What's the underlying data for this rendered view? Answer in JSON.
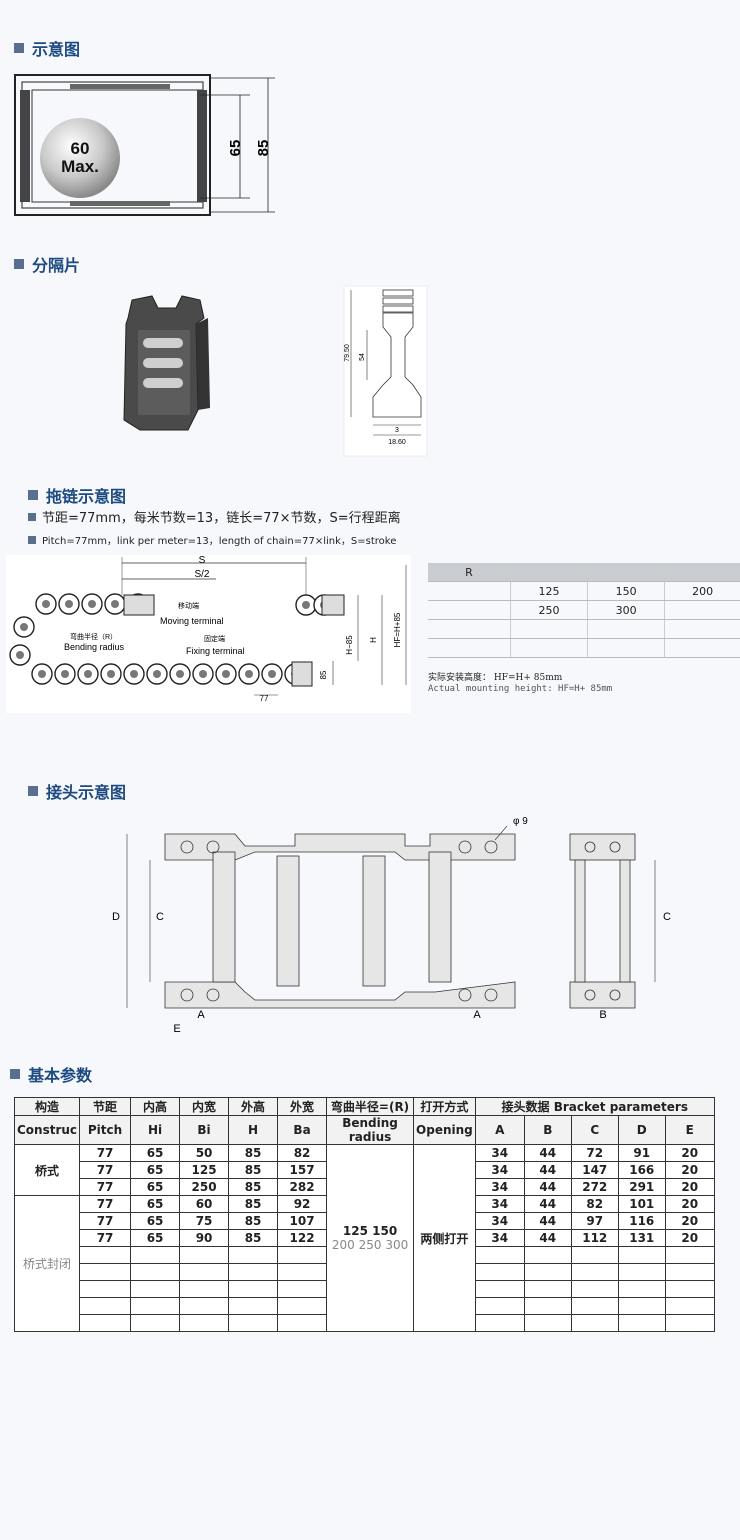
{
  "sections": {
    "s1": "示意图",
    "s2": "分隔片",
    "s3": "拖链示意图",
    "s4": "接头示意图",
    "s5": "基本参数"
  },
  "cross_section": {
    "ball_line1": "60",
    "ball_line2": "Max.",
    "dim_inner": "65",
    "dim_outer": "85"
  },
  "separator": {
    "dim_total": "79.50",
    "dim_mid": "54",
    "dim_bottom_small": "3",
    "dim_bottom_width": "18.60"
  },
  "chain_notes": {
    "cn": "节距=77mm，每米节数=13，链长=77×节数，S=行程距离",
    "en": "Pitch=77mm，link per meter=13，length of chain=77×link，S=stroke"
  },
  "chain_diagram": {
    "s": "S",
    "s_half": "S/2",
    "moving_cn": "移动端",
    "moving_en": "Moving terminal",
    "bending_cn": "弯曲半径（R）",
    "bending_en": "Bending radius",
    "fixing_cn": "固定端",
    "fixing_en": "Fixing terminal",
    "pitch": "77",
    "h85": "85",
    "h_minus": "H−85",
    "h": "H",
    "hf": "HF=H+85"
  },
  "r_table": {
    "label": "R",
    "row1": [
      "125",
      "150",
      "200"
    ],
    "row2": [
      "250",
      "300",
      ""
    ]
  },
  "mount": {
    "cn": "实际安装高度：  HF=H+ 85mm",
    "en": "Actual mounting height: HF=H+ 85mm"
  },
  "bracket_diagram": {
    "phi": "φ 9",
    "d": "D",
    "c": "C",
    "a": "A",
    "e": "E",
    "b": "B"
  },
  "params": {
    "headers1": [
      "构造",
      "节距",
      "内高",
      "内宽",
      "外高",
      "外宽",
      "弯曲半径=(R)",
      "打开方式",
      "接头数据  Bracket parameters"
    ],
    "headers2": [
      "Construc",
      "Pitch",
      "Hi",
      "Bi",
      "H",
      "Ba",
      "Bending radius",
      "Opening",
      "A",
      "B",
      "C",
      "D",
      "E"
    ],
    "group1": "桥式",
    "group2": "桥式封闭",
    "bending_values": "125   150",
    "bending_values2": "200  250   300",
    "opening": "两侧打开",
    "rows": [
      [
        "77",
        "65",
        "50",
        "85",
        "82",
        "34",
        "44",
        "72",
        "91",
        "20"
      ],
      [
        "77",
        "65",
        "125",
        "85",
        "157",
        "34",
        "44",
        "147",
        "166",
        "20"
      ],
      [
        "77",
        "65",
        "250",
        "85",
        "282",
        "34",
        "44",
        "272",
        "291",
        "20"
      ],
      [
        "77",
        "65",
        "60",
        "85",
        "92",
        "34",
        "44",
        "82",
        "101",
        "20"
      ],
      [
        "77",
        "65",
        "75",
        "85",
        "107",
        "34",
        "44",
        "97",
        "116",
        "20"
      ],
      [
        "77",
        "65",
        "90",
        "85",
        "122",
        "34",
        "44",
        "112",
        "131",
        "20"
      ]
    ]
  },
  "colors": {
    "heading": "#1d4a80",
    "square": "#5a6f8f",
    "table_head": "#c9cdd2"
  }
}
